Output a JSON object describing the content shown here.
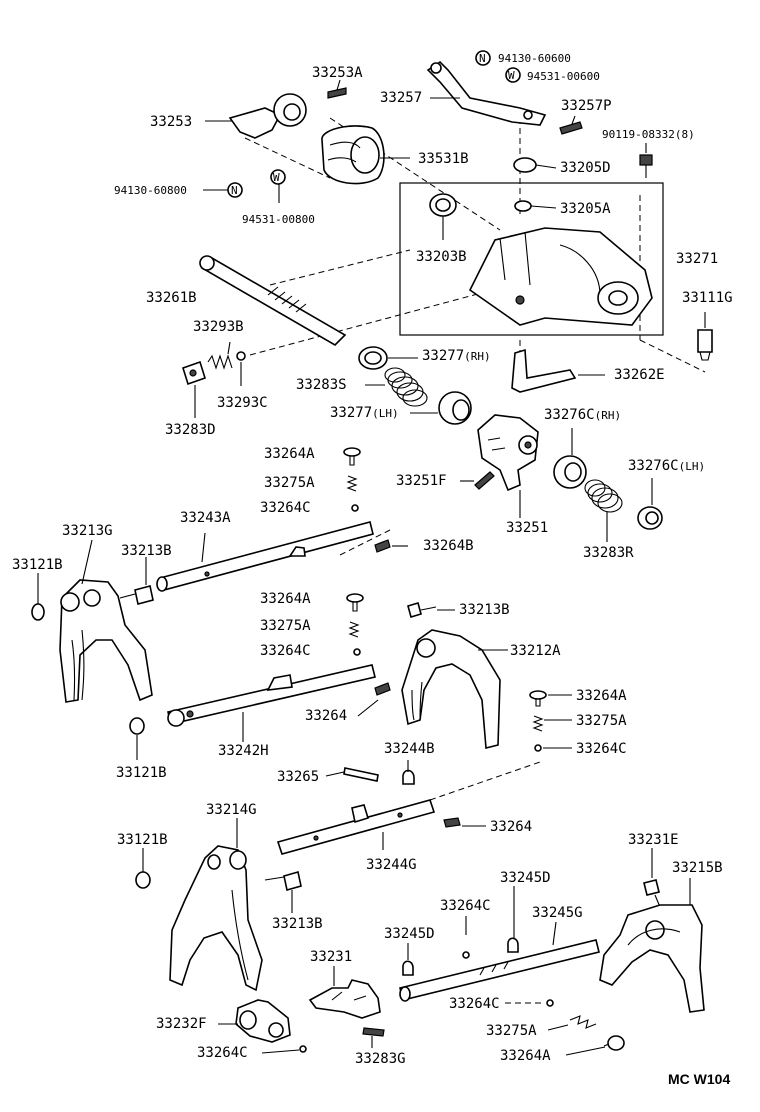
{
  "diagram_code": "MC W104",
  "callouts": {
    "p33253A": "33253A",
    "p94130_60600": "94130-60600",
    "p94531_00600": "94531-00600",
    "p33257": "33257",
    "p33257P": "33257P",
    "p33253": "33253",
    "p90119_08332": "90119-08332(8)",
    "p33531B": "33531B",
    "p33205D": "33205D",
    "p94130_60800": "94130-60800",
    "p94531_00800": "94531-00800",
    "p33205A": "33205A",
    "p33203B": "33203B",
    "p33271": "33271",
    "p33261B": "33261B",
    "p33111G": "33111G",
    "p33293B": "33293B",
    "p33277RH_num": "33277",
    "p33277RH_tag": "(RH)",
    "p33283S": "33283S",
    "p33293C": "33293C",
    "p33262E": "33262E",
    "p33277LH_num": "33277",
    "p33277LH_tag": "(LH)",
    "p33283D": "33283D",
    "p33276C_RH_num": "33276C",
    "p33276C_RH_tag": "(RH)",
    "p33264A_1": "33264A",
    "p33276C_LH_num": "33276C",
    "p33276C_LH_tag": "(LH)",
    "p33275A_1": "33275A",
    "p33251F": "33251F",
    "p33264C_1": "33264C",
    "p33213G": "33213G",
    "p33243A": "33243A",
    "p33251": "33251",
    "p33283R": "33283R",
    "p33121B_1": "33121B",
    "p33213B_1": "33213B",
    "p33264B": "33264B",
    "p33264A_2": "33264A",
    "p33213B_2": "33213B",
    "p33275A_2": "33275A",
    "p33212A": "33212A",
    "p33264C_2": "33264C",
    "p33264_1": "33264",
    "p33264A_3": "33264A",
    "p33275A_3": "33275A",
    "p33242H": "33242H",
    "p33244B": "33244B",
    "p33264C_3": "33264C",
    "p33121B_2": "33121B",
    "p33265": "33265",
    "p33214G": "33214G",
    "p33264_2": "33264",
    "p33121B_3": "33121B",
    "p33231E": "33231E",
    "p33244G": "33244G",
    "p33215B": "33215B",
    "p33245D_1": "33245D",
    "p33213B_3": "33213B",
    "p33264C_4": "33264C",
    "p33245G": "33245G",
    "p33245D_2": "33245D",
    "p33231": "33231",
    "p33264C_5": "33264C",
    "p33232F": "33232F",
    "p33275A_4": "33275A",
    "p33264C_6": "33264C",
    "p33283G": "33283G",
    "p33264A_4": "33264A",
    "n_badge_1": "N",
    "w_badge_1": "W",
    "n_badge_2": "N",
    "w_badge_2": "W"
  }
}
